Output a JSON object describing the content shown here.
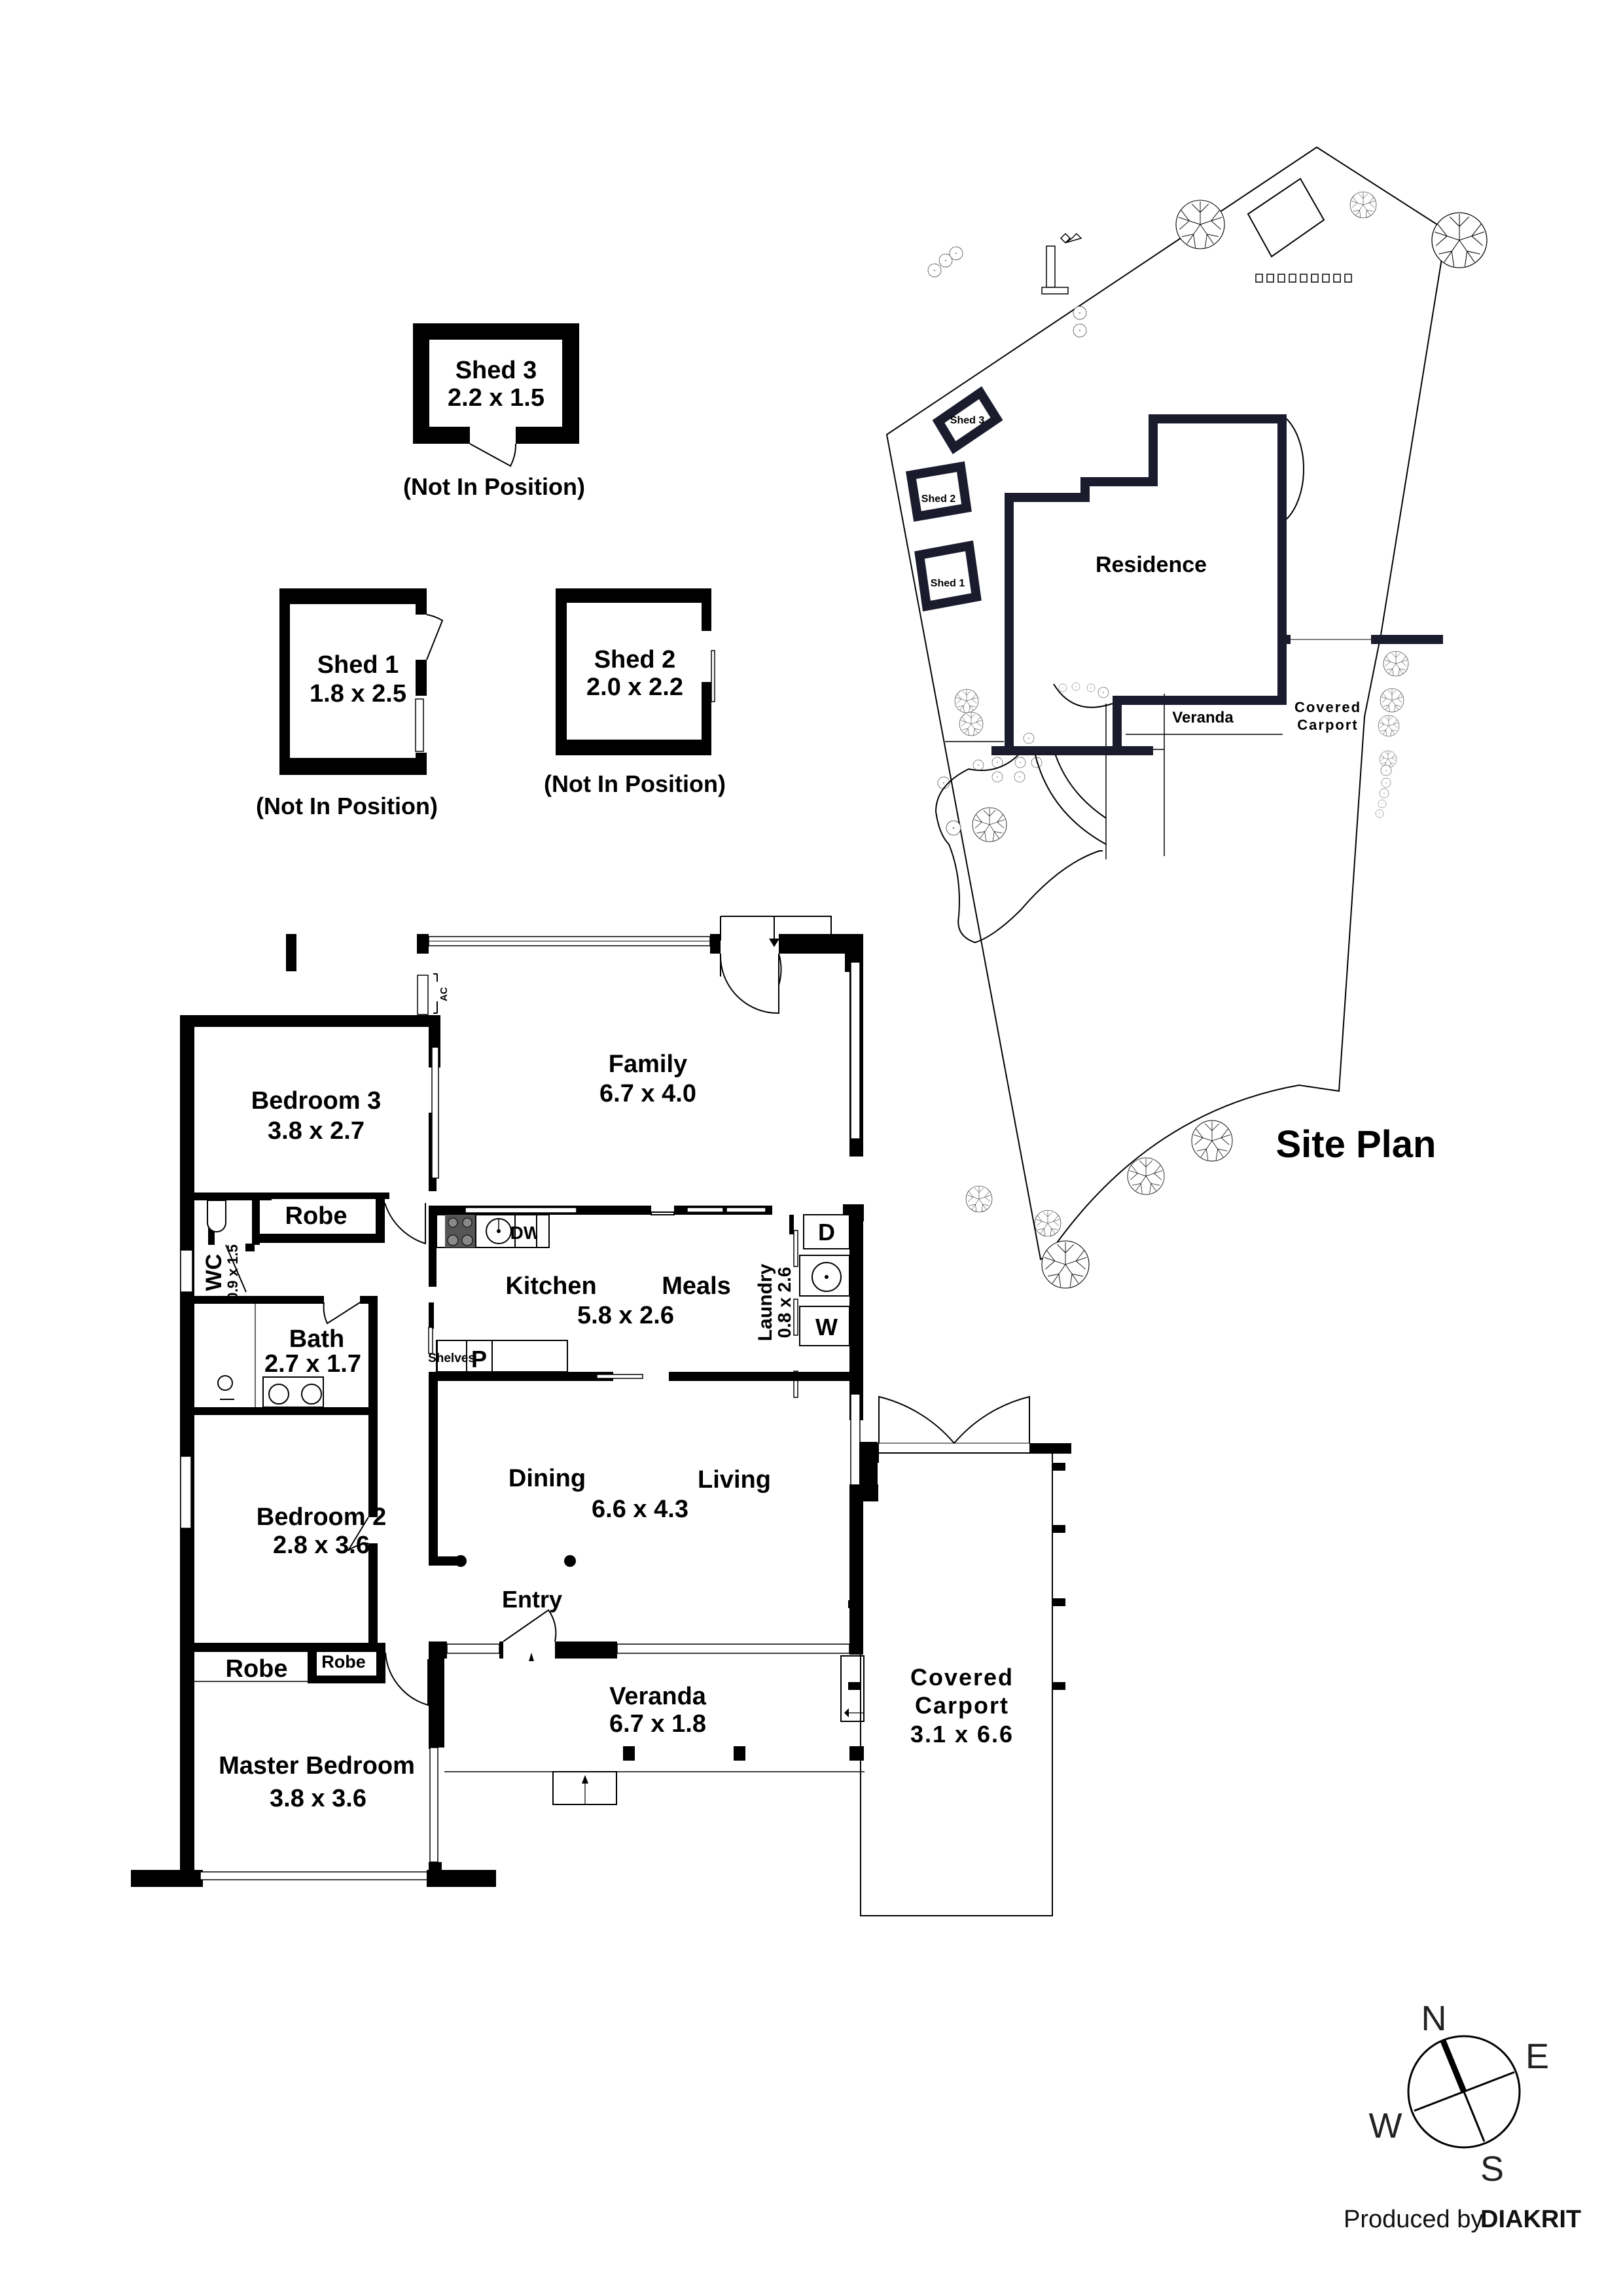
{
  "sheds": [
    {
      "name": "Shed 3",
      "size": "2.2 x 1.5",
      "note": "(Not In Position)"
    },
    {
      "name": "Shed 1",
      "size": "1.8 x 2.5",
      "note": "(Not In Position)"
    },
    {
      "name": "Shed 2",
      "size": "2.0 x 2.2",
      "note": "(Not In Position)"
    }
  ],
  "floor_plan": {
    "rooms": {
      "family": {
        "name": "Family",
        "size": "6.7 x 4.0"
      },
      "bedroom3": {
        "name": "Bedroom 3",
        "size": "3.8 x 2.7"
      },
      "robe1": {
        "name": "Robe"
      },
      "wc": {
        "name": "WC",
        "size": "0.9 x 1.5"
      },
      "kitchen": {
        "name": "Kitchen"
      },
      "meals": {
        "name": "Meals"
      },
      "kitchen_meals_size": {
        "size": "5.8 x 2.6"
      },
      "laundry": {
        "name": "Laundry",
        "size": "0.8 x 2.6"
      },
      "bath": {
        "name": "Bath",
        "size": "2.7 x 1.7"
      },
      "dining": {
        "name": "Dining"
      },
      "living": {
        "name": "Living"
      },
      "dining_living_size": {
        "size": "6.6 x 4.3"
      },
      "bedroom2": {
        "name": "Bedroom 2",
        "size": "2.8 x 3.6"
      },
      "entry": {
        "name": "Entry"
      },
      "robe2": {
        "name": "Robe"
      },
      "robe3": {
        "name": "Robe"
      },
      "master": {
        "name": "Master Bedroom",
        "size": "3.8 x 3.6"
      },
      "veranda": {
        "name": "Veranda",
        "size": "6.7 x 1.8"
      },
      "carport": {
        "name_line1": "Covered",
        "name_line2": "Carport",
        "size": "3.1 x 6.6"
      }
    },
    "fixtures": {
      "ac": "AC",
      "dishwasher": "DW",
      "dryer": "D",
      "washer": "W",
      "pantry": "P",
      "shelves": "Shelves"
    }
  },
  "site_plan": {
    "title": "Site Plan",
    "labels": {
      "residence": "Residence",
      "veranda": "Veranda",
      "carport_line1": "Covered",
      "carport_line2": "Carport",
      "shed1": "Shed 1",
      "shed2": "Shed 2",
      "shed3": "Shed 3"
    }
  },
  "compass": {
    "n": "N",
    "e": "E",
    "s": "S",
    "w": "W"
  },
  "credit": {
    "prefix": "Produced by",
    "brand": "DIAKRIT"
  }
}
